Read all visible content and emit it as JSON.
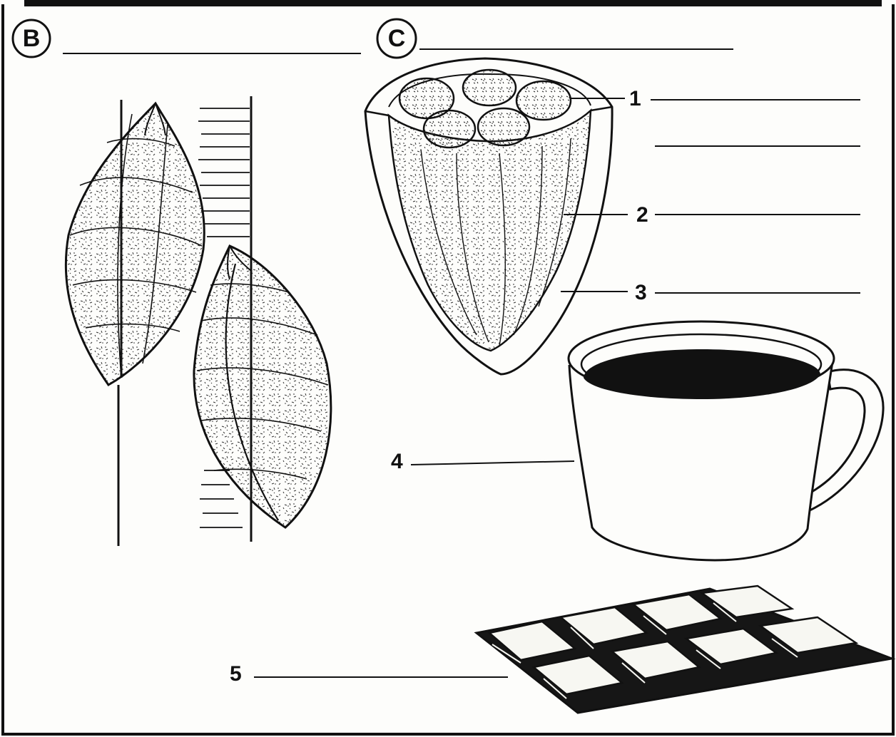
{
  "panels": {
    "b": {
      "letter": "B"
    },
    "c": {
      "letter": "C"
    }
  },
  "callouts": {
    "c1": "1",
    "c2": "2",
    "c3": "3",
    "c4": "4",
    "c5": "5"
  },
  "colors": {
    "ink": "#111111",
    "paper": "#fdfdfb",
    "chocolate_fill": "#161616",
    "chocolate_top": "#f7f7f2"
  }
}
